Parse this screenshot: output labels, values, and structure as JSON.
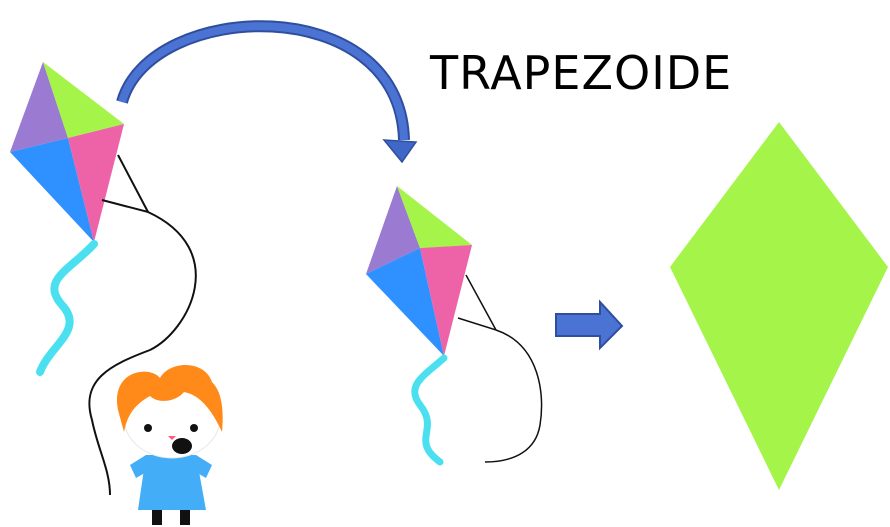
{
  "title": "TRAPEZOIDE",
  "colors": {
    "kite_purple": "#9b7bd1",
    "kite_green": "#a4f44a",
    "kite_blue": "#2f90ff",
    "kite_pink": "#ee62a8",
    "tail": "#4ae0f0",
    "arrow": "#3f67c8",
    "shape_fill": "#a4f44a",
    "child_hair": "#ff8a1a",
    "child_shirt": "#43aef7"
  },
  "icons": [
    "kite-with-child-illustration",
    "kite-icon",
    "curved-arrow-icon",
    "right-arrow-icon",
    "rhombus-shape"
  ]
}
